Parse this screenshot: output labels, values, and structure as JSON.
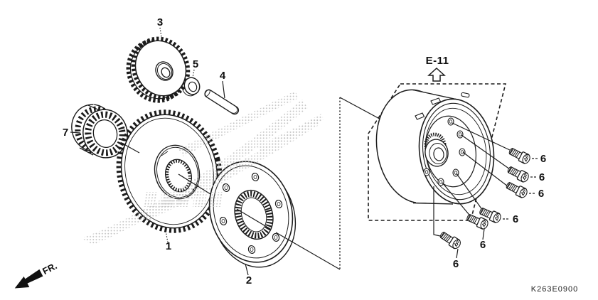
{
  "figure": {
    "reference": "E-11",
    "front_marker": "FR.",
    "drawing_code": "K263E0900"
  },
  "callouts": {
    "part1": "1",
    "part2": "2",
    "part3": "3",
    "part4": "4",
    "part5": "5",
    "part6": "6",
    "part7": "7"
  },
  "colors": {
    "line": "#1c1c1c",
    "background": "#ffffff",
    "watermark_dot": "#bcbcbc"
  }
}
